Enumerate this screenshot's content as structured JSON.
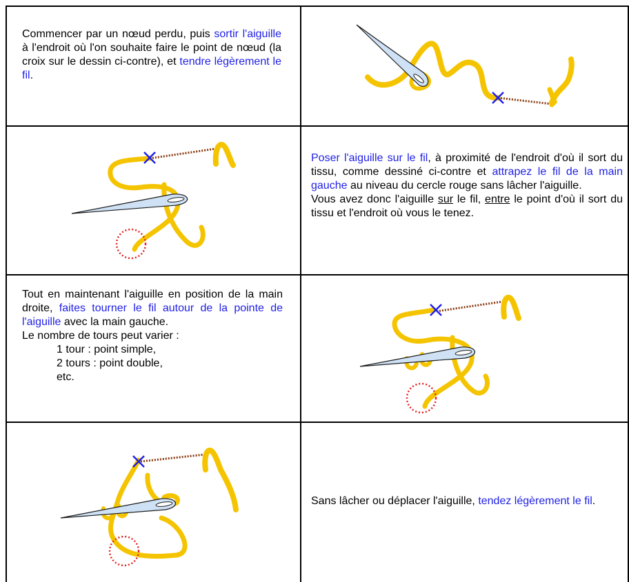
{
  "steps": [
    {
      "text": [
        {
          "t": "Commencer par un nœud perdu, puis "
        },
        {
          "t": "sortir l'aiguille",
          "c": "blue"
        },
        {
          "t": " à l'endroit où l'on souhaite faire le point de nœud (la croix sur le dessin ci-contre), et "
        },
        {
          "t": "tendre légèrement le fil",
          "c": "blue"
        },
        {
          "t": "."
        }
      ]
    },
    {
      "text": [
        {
          "t": "Poser l'aiguille sur le fil",
          "c": "blue"
        },
        {
          "t": ", à proximité de l'endroit d'où il sort du tissu, comme dessiné ci-contre et "
        },
        {
          "t": "attrapez le fil de la main gauche",
          "c": "blue"
        },
        {
          "t": " au niveau du cercle rouge sans lâcher l'aiguille."
        },
        {
          "br": true
        },
        {
          "t": "Vous avez donc l'aiguille "
        },
        {
          "t": "sur",
          "c": "u"
        },
        {
          "t": " le fil, "
        },
        {
          "t": "entre",
          "c": "u"
        },
        {
          "t": " le point d'où il sort du tissu et l'endroit où vous le tenez."
        }
      ]
    },
    {
      "text": [
        {
          "t": "Tout en maintenant l'aiguille en position de la main droite, "
        },
        {
          "t": "faites tourner le fil autour de la pointe de l'aiguille",
          "c": "blue"
        },
        {
          "t": " avec la main gauche."
        }
      ],
      "lines": [
        "Le nombre de tours peut varier :",
        "1 tour : point simple,",
        "2 tours : point double,",
        "etc."
      ]
    },
    {
      "text": [
        {
          "t": "Sans lâcher ou déplacer l'aiguille, "
        },
        {
          "t": "tendez légèrement le fil",
          "c": "blue"
        },
        {
          "t": "."
        }
      ]
    }
  ],
  "colors": {
    "thread": "#f5c400",
    "needle_fill": "#cfe2f5",
    "needle_stroke": "#1a1a1a",
    "cross": "#1f1fe6",
    "dotted_thread": "#8a3a10",
    "grip_circle": "#e02020",
    "link_text": "#1f1fe6"
  }
}
